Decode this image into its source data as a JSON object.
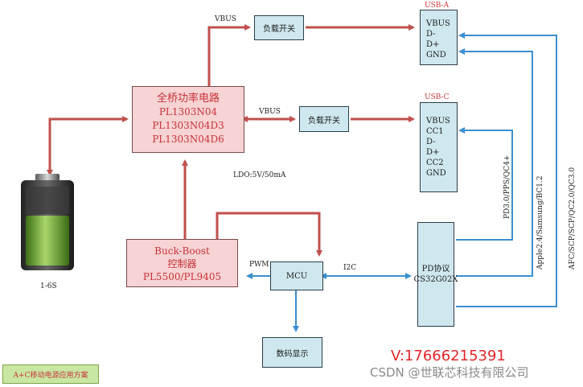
{
  "blocks": {
    "full_bridge": {
      "title": "全桥功率电路",
      "parts": [
        "PL1303N04",
        "PL1303N04D3",
        "PL1303N04D6"
      ]
    },
    "buck_boost": {
      "title": "Buck-Boost",
      "subtitle": "控制器",
      "parts": "PL5500/PL9405"
    },
    "load_switch_top": "负载开关",
    "load_switch_mid": "负载开关",
    "mcu": "MCU",
    "display": "数码显示",
    "pd": {
      "title": "PD协议",
      "part": "CS32G02X"
    }
  },
  "usb_a": {
    "title": "USB-A",
    "pins": [
      "VBUS",
      "D-",
      "D+",
      "GND"
    ]
  },
  "usb_c": {
    "title": "USB-C",
    "pins": [
      "VBUS",
      "CC1",
      "D-",
      "D+",
      "CC2",
      "GND"
    ]
  },
  "labels": {
    "vbus_top": "VBUS",
    "vbus_mid": "VBUS",
    "ldo": "LDO:5V/50mA",
    "pwm": "PWM",
    "i2c": "I2C",
    "battery": "1-6S",
    "proto_pd": "PD3.0/PPS/QC4+",
    "proto_apple": "Apple2.4/Samsung/BC1.2",
    "proto_afc": "AFC/SCP/SCP/QC2.0/QC3.0"
  },
  "footer": {
    "legend": "A+C移动电源应用方案",
    "contact": "V:17666215391",
    "watermark": "CSDN @世联芯科技有限公司"
  },
  "colors": {
    "power_wire": "#c0504d",
    "signal_wire": "#3a8fd0",
    "block_fill": "#f7d3d3",
    "chip_fill": "#cfe8ef"
  }
}
